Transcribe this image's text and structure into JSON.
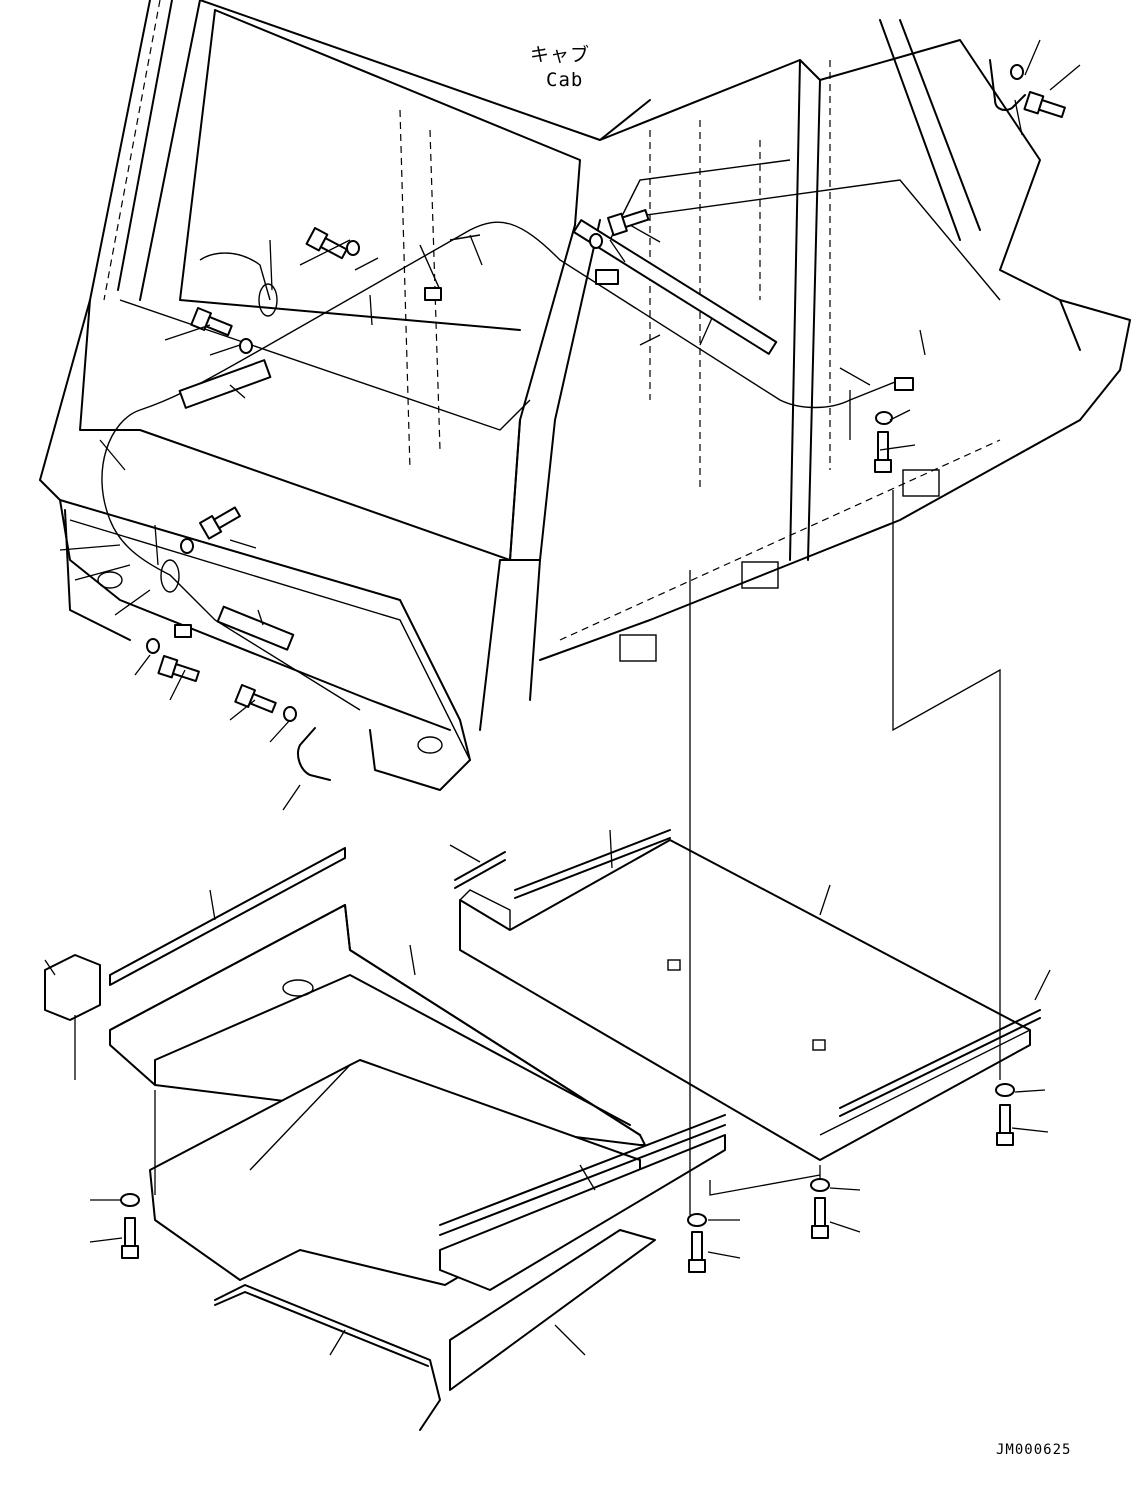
{
  "labels": {
    "cab_jp": "キャブ",
    "cab_en": "Cab",
    "drawing_id": "JM000625"
  },
  "colors": {
    "line": "#000000",
    "background": "#ffffff"
  }
}
